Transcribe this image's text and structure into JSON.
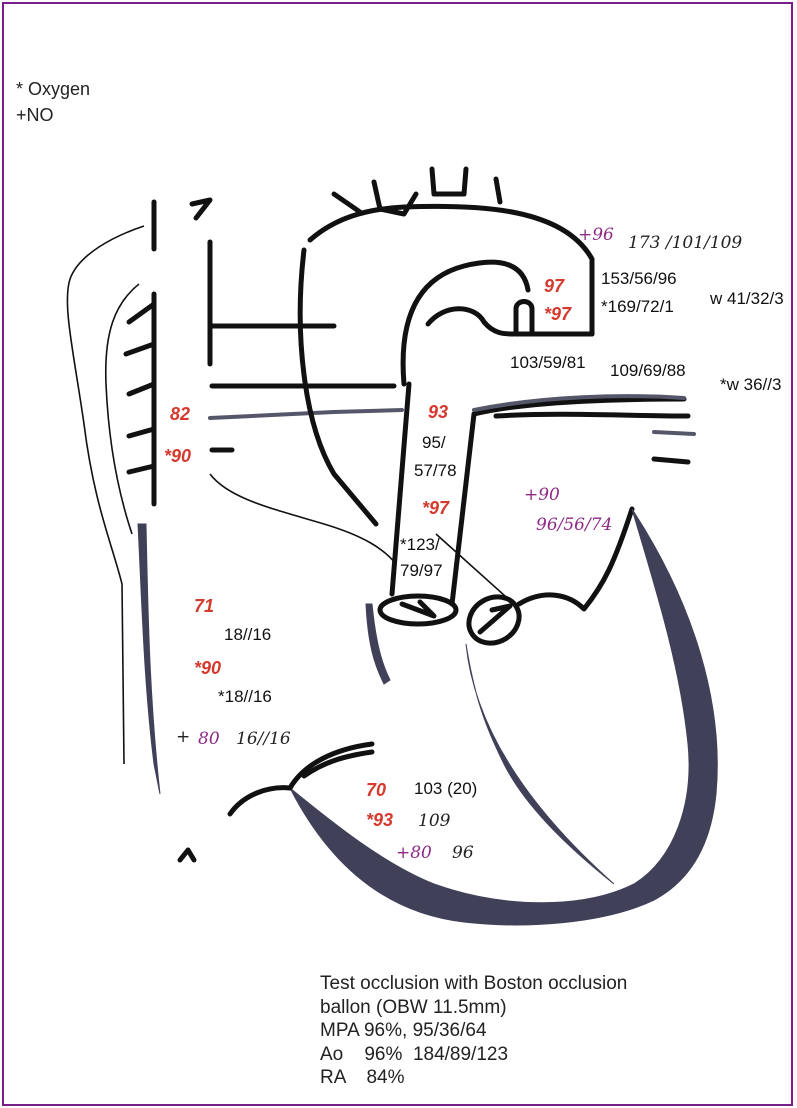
{
  "legend": {
    "oxygen": "* Oxygen",
    "no": "+NO"
  },
  "labels": {
    "ao_pressure": "153/56/96",
    "ao_pressure_o2": "*169/72/1",
    "ao_pressure_no": "173 /101/109",
    "ao_sat": "97",
    "ao_sat_o2": "*97",
    "ao_sat_no": "+96",
    "wedge": "w 41/32/3",
    "wedge_o2": "*w 36//3",
    "pa_branch_left": "103/59/81",
    "pa_branch_right": "109/69/88",
    "mpa_sat": "93",
    "mpa_pressure_a": "95/",
    "mpa_pressure_b": "57/78",
    "mpa_sat_o2": "*97",
    "mpa_pressure_o2_a": "*123/",
    "mpa_pressure_o2_b": "79/97",
    "mpa_sat_no": "+90",
    "mpa_pressure_no": "96/56/74",
    "svc_sat": "82",
    "svc_sat_o2": "*90",
    "ra_sat": "71",
    "ra_pressure": "18//16",
    "ra_sat_o2": "*90",
    "ra_pressure_o2": "*18//16",
    "ra_no_plus": "+",
    "ra_sat_no": "80",
    "ra_pressure_no": "16//16",
    "rv_sat": "70",
    "rv_pressure": "103 (20)",
    "rv_sat_o2": "*93",
    "rv_pressure_o2": "109",
    "rv_sat_no": "+80",
    "rv_pressure_no": "96"
  },
  "caption": {
    "line1": "Test occlusion with Boston occlusion",
    "line2": "ballon (OBW 11.5mm)",
    "line3": "MPA 96%, 95/36/64",
    "line4": "Ao    96%  184/89/123",
    "line5": "RA    84%"
  },
  "colors": {
    "border": "#7a1f8a",
    "saturation_red": "#d43a2e",
    "handwriting": "#8e2a86",
    "ventricle_wall": "#404058"
  }
}
